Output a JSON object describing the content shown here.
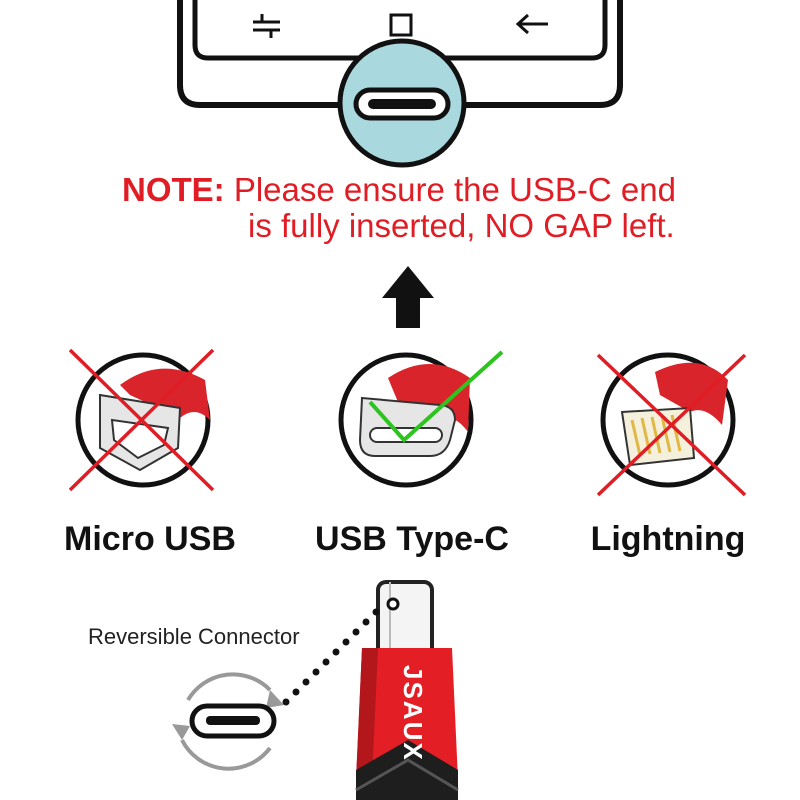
{
  "phone": {
    "nav_icons": [
      "recent-apps-icon",
      "home-icon",
      "back-icon"
    ],
    "port_icon": "usb-c-port-icon"
  },
  "note": {
    "label": "NOTE:",
    "line1": "Please ensure the USB-C end",
    "line2": "is fully inserted, NO GAP left."
  },
  "connectors": [
    {
      "label": "Micro USB",
      "status": "incompatible",
      "mark": "red-x-icon"
    },
    {
      "label": "USB Type-C",
      "status": "compatible",
      "mark": "green-check-icon"
    },
    {
      "label": "Lightning",
      "status": "incompatible",
      "mark": "red-x-icon"
    }
  ],
  "cable": {
    "callout": "Reversible Connector",
    "brand": "JSAUX",
    "brand_color": "#e31e24"
  },
  "colors": {
    "accent_red": "#e01c24",
    "check_green": "#2dc41f",
    "port_circle": "#a9d9de"
  }
}
